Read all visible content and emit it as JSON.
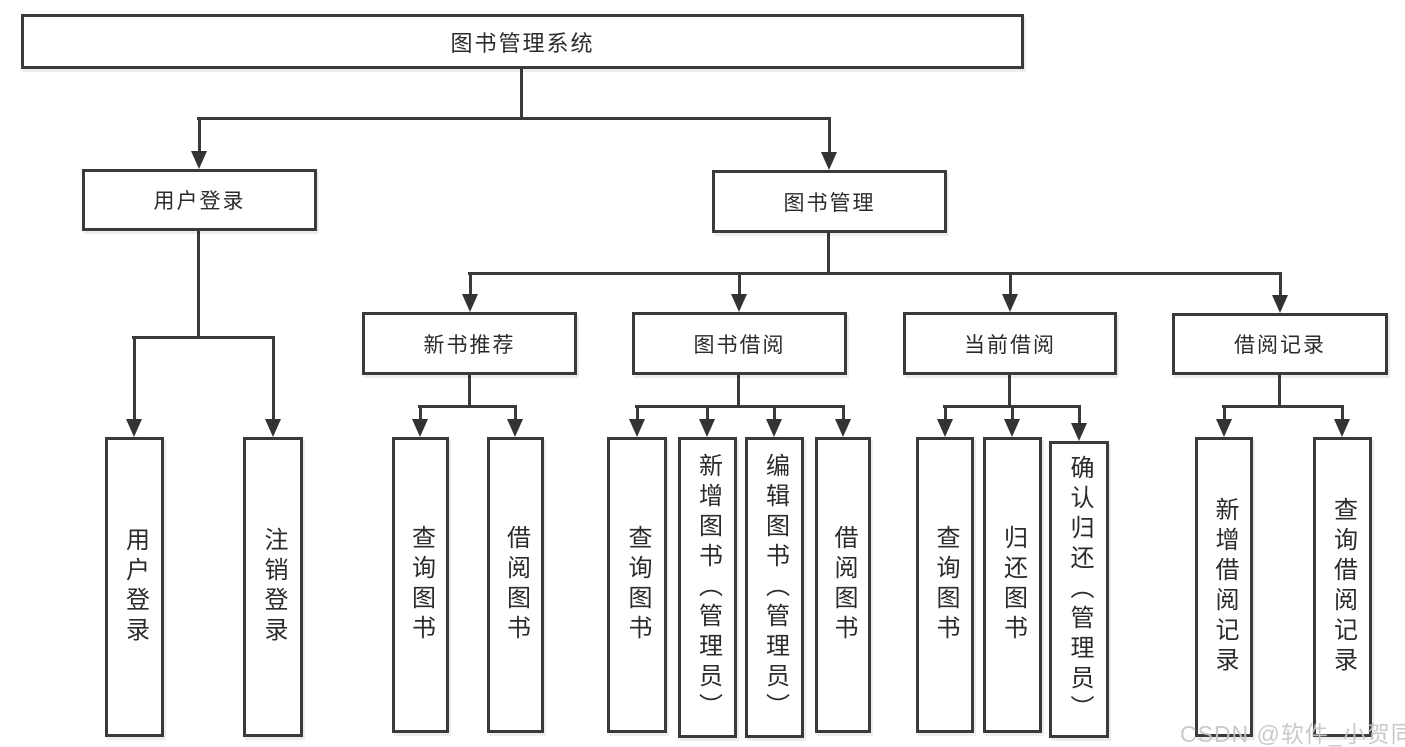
{
  "tree": {
    "root": "图书管理系统",
    "user_login": {
      "label": "用户登录",
      "children": [
        "用户登录",
        "注销登录"
      ]
    },
    "book_mgmt": {
      "label": "图书管理"
    },
    "sections": [
      {
        "label": "新书推荐",
        "children": [
          "查询图书",
          "借阅图书"
        ]
      },
      {
        "label": "图书借阅",
        "children": [
          "查询图书",
          "新增图书（管理员）",
          "编辑图书（管理员）",
          "借阅图书"
        ]
      },
      {
        "label": "当前借阅",
        "children": [
          "查询图书",
          "归还图书",
          "确认归还（管理员）"
        ]
      },
      {
        "label": "借阅记录",
        "children": [
          "新增借阅记录",
          "查询借阅记录"
        ]
      }
    ]
  },
  "watermark": "CSDN @软件_小贺同学",
  "colors": {
    "line": "#3a3a3a",
    "text": "#2b2b2b",
    "watermark": "#c6c6c6"
  }
}
